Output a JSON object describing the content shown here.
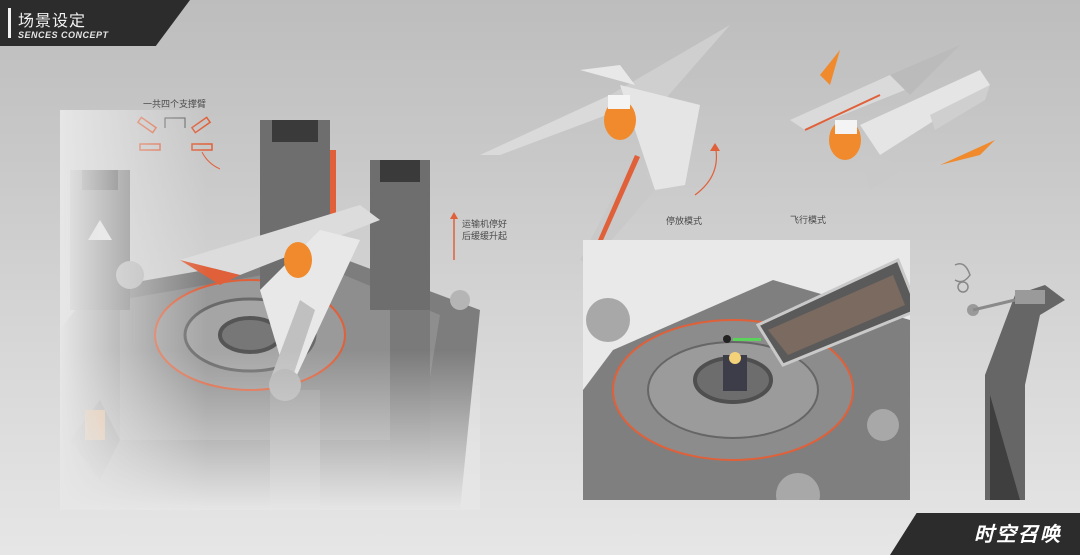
{
  "header": {
    "title": "场景设定",
    "subtitle": "SENCES CONCEPT"
  },
  "annotations": {
    "support_arms": "一共四个支撑臂",
    "rise_note": "运输机停好后缓缓升起",
    "dock_mode": "停放模式",
    "fly_mode": "飞行模式"
  },
  "footer": {
    "logo": "时空召唤"
  },
  "colors": {
    "accent": "#e0603a",
    "panel": "#2c2c2c",
    "metal": "#8f8f8f",
    "glow": "#f08a2c"
  }
}
